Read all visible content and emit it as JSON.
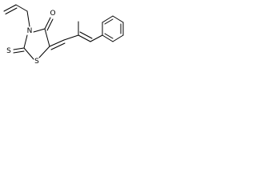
{
  "structure": {
    "atoms": {
      "oxygen": "O",
      "nitrogen": "N",
      "sulfur_thione": "S",
      "sulfur_ring": "S"
    }
  }
}
